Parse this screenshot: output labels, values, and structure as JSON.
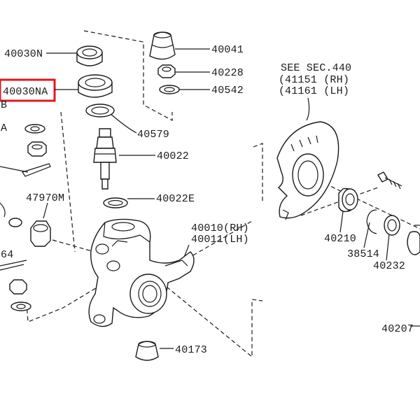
{
  "highlight_color": "#e0181e",
  "labels": {
    "p40030N": "40030N",
    "p40030NA": "40030NA",
    "p40041": "40041",
    "p40228": "40228",
    "p40542": "40542",
    "p40579": "40579",
    "p40022": "40022",
    "p40022E": "40022E",
    "p47970M": "47970M",
    "p40010": "40010(RH)",
    "p40011": "40011(LH)",
    "p40173": "40173",
    "see_sec": "SEE SEC.440",
    "p41151": "41151 (RH)",
    "p41161": "41161 (LH)",
    "p40210": "40210",
    "p38514": "38514",
    "p40232": "40232",
    "p40207": "40207",
    "cut_a": "A",
    "cut_b": "B",
    "cut_64": "64"
  }
}
